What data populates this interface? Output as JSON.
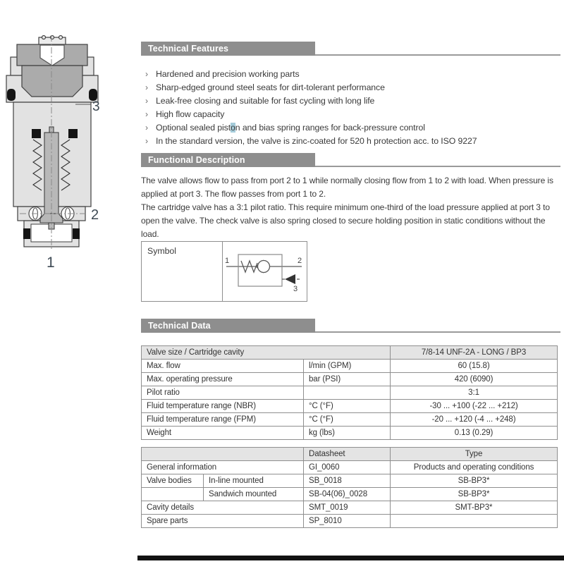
{
  "drawing": {
    "port1": "1",
    "port2": "2",
    "port3": "3"
  },
  "features": {
    "title": "Technical Features",
    "bullet_char": "›",
    "items": [
      "Hardened and precision working parts",
      "Sharp-edged ground steel seats for dirt-tolerant performance",
      "Leak-free closing and suitable for fast cycling with long life",
      "High flow capacity"
    ],
    "item_highlight": {
      "pre": "Optional sealed pist",
      "sel": "o",
      "post": "n and bias spring ranges for back-pressure control"
    },
    "item_last": "In the standard version, the valve is zinc-coated for 520 h protection acc. to ISO 9227"
  },
  "description": {
    "title": "Functional Description",
    "p1": "The valve allows flow to pass from port 2 to 1 while normally closing flow from 1 to 2 with load. When pressure is applied at port 3. The flow passes from port 1 to 2.",
    "p2": "The cartridge valve has a 3:1 pilot ratio. This require minimum one-third of the load pressure applied at port 3 to open the valve. The check valve is also spring closed to secure holding position in static conditions without the load."
  },
  "symbol_box": {
    "label": "Symbol",
    "port1": "1",
    "port2": "2",
    "port3": "3"
  },
  "technical_data": {
    "title": "Technical Data",
    "table1": {
      "header_label": "Valve size / Cartridge cavity",
      "header_value": "7/8-14 UNF-2A - LONG / BP3",
      "rows": [
        {
          "label": "Max. flow",
          "unit": "l/min (GPM)",
          "value": "60 (15.8)"
        },
        {
          "label": "Max. operating pressure",
          "unit": "bar (PSI)",
          "value": "420 (6090)"
        },
        {
          "label": "Pilot ratio",
          "unit": "",
          "value": "3:1"
        },
        {
          "label": "Fluid temperature range (NBR)",
          "unit": "°C (°F)",
          "value": "-30 ... +100 (-22 ... +212)"
        },
        {
          "label": "Fluid temperature range (FPM)",
          "unit": "°C (°F)",
          "value": "-20 ... +120 (-4 ... +248)"
        },
        {
          "label": "Weight",
          "unit": "kg (lbs)",
          "value": "0.13 (0.29)"
        }
      ]
    },
    "table2": {
      "col_datasheet": "Datasheet",
      "col_type": "Type",
      "rows": [
        {
          "label": "General information",
          "sub": "",
          "datasheet": "GI_0060",
          "type": "Products and operating conditions"
        },
        {
          "label": "Valve bodies",
          "sub": "In-line mounted",
          "datasheet": "SB_0018",
          "type": "SB-BP3*"
        },
        {
          "label": "",
          "sub": "Sandwich mounted",
          "datasheet": "SB-04(06)_0028",
          "type": "SB-BP3*"
        },
        {
          "label": "Cavity details",
          "sub": "",
          "datasheet": "SMT_0019",
          "type": "SMT-BP3*"
        },
        {
          "label": "Spare parts",
          "sub": "",
          "datasheet": "SP_8010",
          "type": ""
        }
      ]
    }
  },
  "colors": {
    "header_bar": "#8e8e8e",
    "table_header_bg": "#e4e4e4",
    "selection_highlight": "#a5ccda",
    "footer_bar": "#121212"
  }
}
